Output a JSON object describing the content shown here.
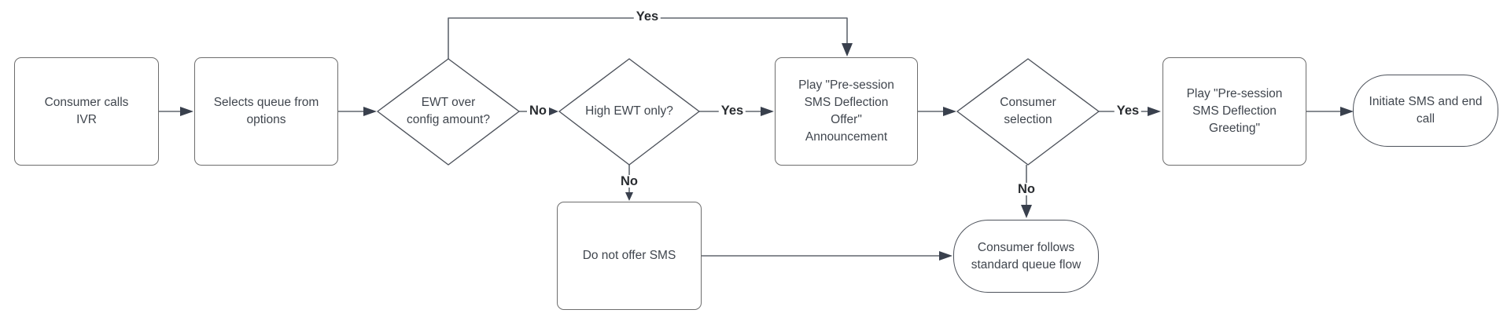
{
  "colors": {
    "bg": "#ffffff",
    "rect-border": "#6d6d6d",
    "shape-stroke": "#4d525b",
    "connector": "#60676f",
    "arrowhead": "#39404d",
    "text": "#40464e",
    "label": "#292c30"
  },
  "nodes": {
    "consumer_calls_ivr": {
      "label": "Consumer calls\nIVR"
    },
    "selects_queue": {
      "label": "Selects queue from\noptions"
    },
    "ewt_over_config": {
      "label": "EWT over\nconfig amount?"
    },
    "high_ewt_only": {
      "label": "High EWT only?"
    },
    "play_offer_announcement": {
      "label": "Play \"Pre-session\nSMS Deflection\nOffer\"\nAnnouncement"
    },
    "consumer_selection": {
      "label": "Consumer\nselection"
    },
    "play_greeting": {
      "label": "Play \"Pre-session\nSMS Deflection\nGreeting\""
    },
    "initiate_sms_end_call": {
      "label": "Initiate SMS and end\ncall"
    },
    "do_not_offer_sms": {
      "label": "Do not offer SMS"
    },
    "standard_queue_flow": {
      "label": "Consumer follows\nstandard queue flow"
    }
  },
  "edge_labels": {
    "ewt_yes": "Yes",
    "ewt_no": "No",
    "high_ewt_yes": "Yes",
    "high_ewt_no": "No",
    "selection_yes": "Yes",
    "selection_no": "No"
  }
}
